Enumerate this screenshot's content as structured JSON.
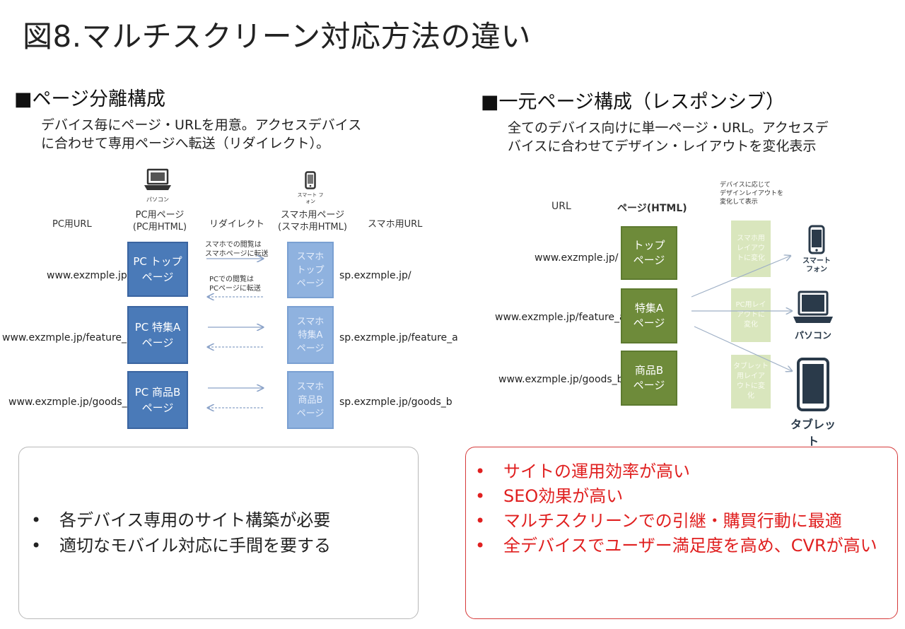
{
  "title": "図8.マルチスクリーン対応方法の違い",
  "left": {
    "heading": "■ページ分離構成",
    "desc": [
      "デバイス毎にページ・URLを用意。アクセスデバイス",
      "に合わせて専用ページへ転送（リダイレクト）。"
    ],
    "diagram": {
      "pc_device_label": "パソコン",
      "sp_device_label": "スマート フォン",
      "col_pc_url": "PC用URL",
      "col_pc_page": [
        "PC用ページ",
        "(PC用HTML)"
      ],
      "col_redirect": "リダイレクト",
      "col_sp_page": [
        "スマホ用ページ",
        "(スマホ用HTML)"
      ],
      "col_sp_url": "スマホ用URL",
      "note_top": [
        "スマホでの閲覧は",
        "スマホページに転送"
      ],
      "note_bottom": [
        "PCでの閲覧は",
        "PCページに転送"
      ],
      "rows": [
        {
          "pc_url": "www.exzmple.jp/",
          "pc_page": "PC トップ\nページ",
          "sp_page": "スマホ\nトップ\nページ",
          "sp_url": "sp.exzmple.jp/"
        },
        {
          "pc_url": "www.exzmple.jp/feature_a",
          "pc_page": "PC 特集A\nページ",
          "sp_page": "スマホ\n特集A\nページ",
          "sp_url": "sp.exzmple.jp/feature_a"
        },
        {
          "pc_url": "www.exzmple.jp/goods_b",
          "pc_page": "PC 商品B\nページ",
          "sp_page": "スマホ\n商品B\nページ",
          "sp_url": "sp.exzmple.jp/goods_b"
        }
      ]
    },
    "bullets": [
      "各デバイス専用のサイト構築が必要",
      "適切なモバイル対応に手間を要する"
    ]
  },
  "right": {
    "heading": "■一元ページ構成（レスポンシブ）",
    "desc": [
      "全てのデバイス向けに単一ページ・URL。アクセスデ",
      "バイスに合わせてデザイン・レイアウトを変化表示"
    ],
    "diagram": {
      "col_url": "URL",
      "col_page": "ページ(HTML)",
      "col_layout": [
        "デバイスに応じて",
        "デザインレイアウトを",
        "変化して表示"
      ],
      "rows": [
        {
          "url": "www.exzmple.jp/",
          "page": "トップ\nページ"
        },
        {
          "url": "www.exzmple.jp/feature_a",
          "page": "特集A\nページ"
        },
        {
          "url": "www.exzmple.jp/goods_b",
          "page": "商品B\nページ"
        }
      ],
      "layouts": [
        "スマホ用\nレイアウ\nトに変化",
        "PC用レイ\nアウトに\n変化",
        "タブレット\n用レイア\nウトに変\n化"
      ],
      "devices": [
        "スマート\nフォン",
        "パソコン",
        "タブレット"
      ]
    },
    "bullets": [
      "サイトの運用効率が高い",
      "SEO効果が高い",
      "マルチスクリーンでの引継・購買行動に最適",
      "全デバイスでユーザー満足度を高め、CVRが高い"
    ]
  },
  "colors": {
    "pc_page": "#4a7ab8",
    "sp_page": "#8fb2df",
    "html_page": "#6e8b3a",
    "layout": "#d9e6bd",
    "accent_red": "#e02020"
  }
}
